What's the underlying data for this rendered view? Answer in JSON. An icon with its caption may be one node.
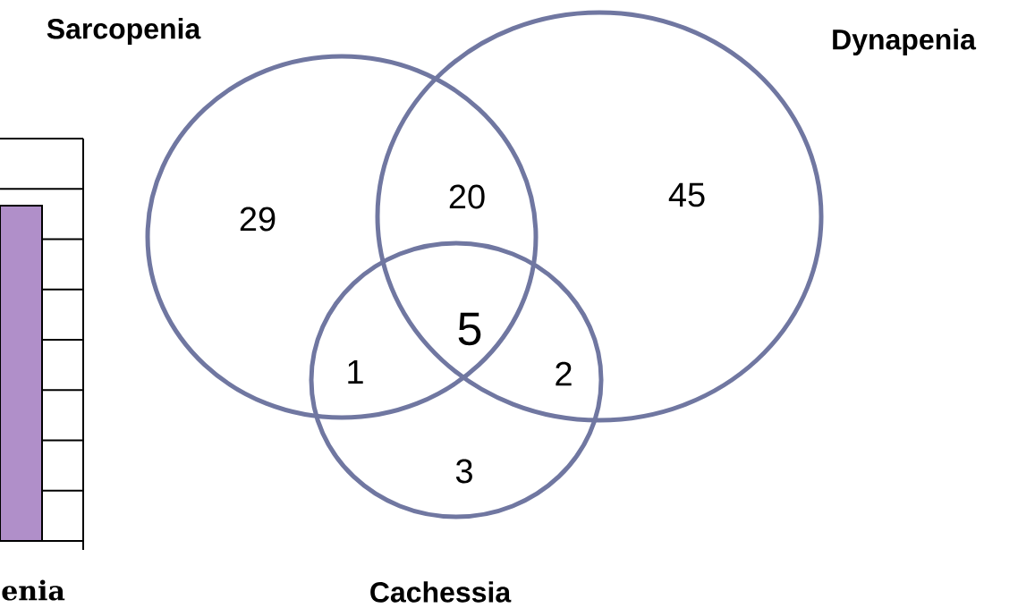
{
  "diagram": {
    "nodes": [
      {
        "text": [
          "Sarcopenia"
        ]
      },
      {
        "text": [
          "Dynapenia"
        ]
      },
      {
        "text": [
          "Cachessia"
        ]
      }
    ],
    "labels": [
      "20",
      "45",
      "29",
      "5",
      "1",
      "2",
      "3",
      "enia"
    ]
  }
}
